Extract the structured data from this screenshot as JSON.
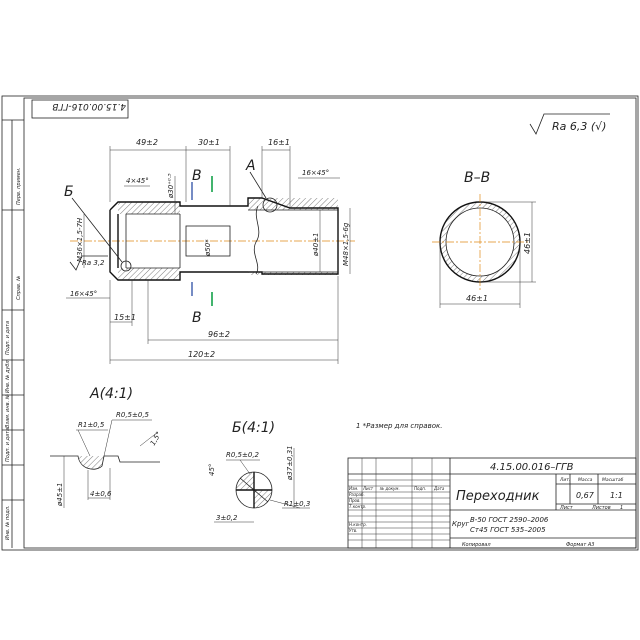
{
  "sheet": {
    "rotated_code": "4.15.00.016-ГГВ",
    "roughness": "Ra 6,3 (√)",
    "note": "1 *Размер для справок."
  },
  "main_view": {
    "section_label_v": "В",
    "callout_b": "Б",
    "callout_a": "А",
    "dims": {
      "len_49": "49±2",
      "len_30": "30±1",
      "len_16": "16±1",
      "chamfer_left_top": "4×45°",
      "chamfer_right_top": "16×45°",
      "dia_30": "ø30⁺⁰·⁵",
      "thread_left": "M36×1,5-7H",
      "rough_bore": "Ra 3,2",
      "dia_50": "ø50*",
      "dia_40": "ø40±1",
      "thread_right": "M48×1,5-6g",
      "chamfer_left_bottom": "16×45°",
      "len_15": "15±1",
      "len_96": "96±2",
      "len_120": "120±2"
    }
  },
  "section_bb": {
    "title": "В–В",
    "dim_vertical": "46±1",
    "dim_horizontal": "46±1"
  },
  "detail_a": {
    "title": "А(4:1)",
    "r_left": "R1±0,5",
    "r_right": "R0,5±0,5",
    "angle": "1,5°",
    "dia": "ø45±1",
    "width": "4±0,6"
  },
  "detail_b": {
    "title": "Б(4:1)",
    "radius_top": "R0,5±0,2",
    "angle": "45°",
    "dia": "ø37±0,31",
    "radius_bottom": "R1±0,3",
    "width": "3±0,2"
  },
  "title_block": {
    "designation": "4.15.00.016–ГГВ",
    "name": "Переходник",
    "material_line1": "В-50 ГОСТ 2590–2006",
    "material_line2": "Ст45 ГОСТ 535–2005",
    "material_prefix": "Круг",
    "col_lit": "Лит.",
    "col_mass": "Масса",
    "col_scale": "Масштаб",
    "mass_value": "0,67",
    "scale_value": "1:1",
    "sheet_label": "Лист",
    "sheets_label": "Листов",
    "sheets_value": "1",
    "row_labels": [
      "Изм.",
      "Лист",
      "№ докум.",
      "Подп.",
      "Дата"
    ],
    "role_labels": [
      "Разраб.",
      "Пров.",
      "Т.контр.",
      "",
      "Н.контр.",
      "Утв."
    ],
    "copied": "Копировал",
    "format": "Формат А3"
  },
  "side_strip": {
    "labels": [
      "Перв. примен.",
      "Справ. №",
      "Подп. и дата",
      "Инв. № дубл.",
      "Взам. инв. №",
      "Подп. и дата",
      "Инв. № подл."
    ]
  }
}
